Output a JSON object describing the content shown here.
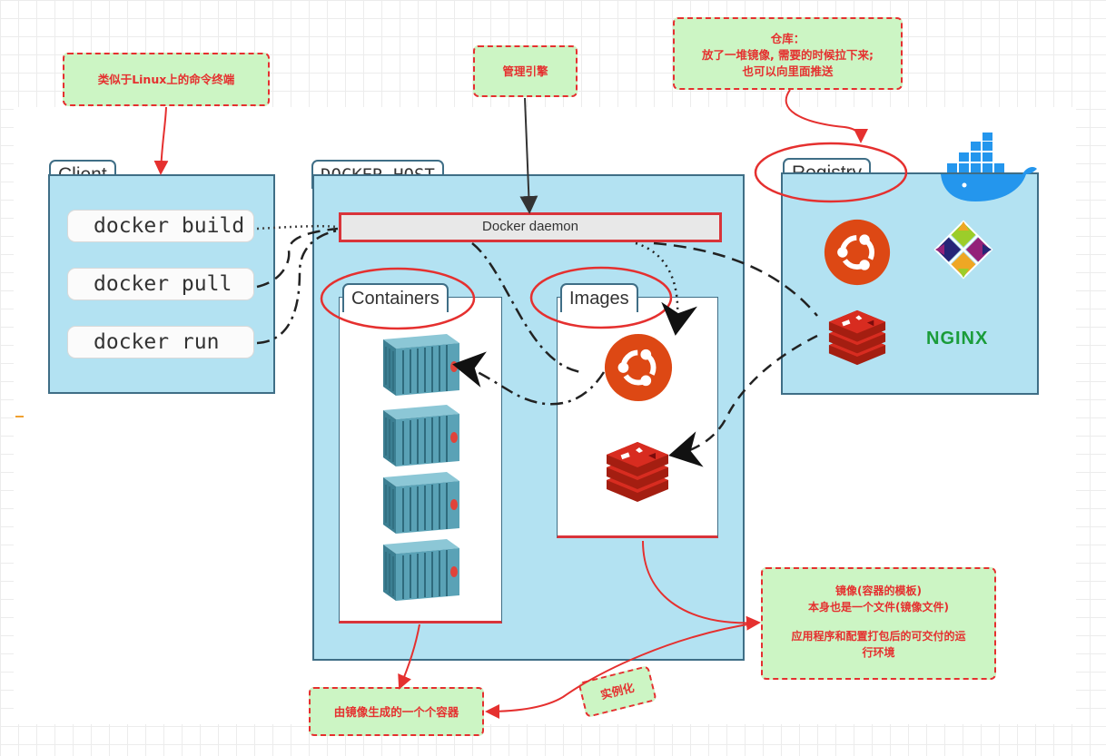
{
  "annotations": {
    "client_note": "类似于Linux上的命令终端",
    "engine_note": "管理引擎",
    "registry_note_title": "仓库：",
    "registry_note_line1": "放了一堆镜像, 需要的时候拉下来;",
    "registry_note_line2": "也可以向里面推送",
    "image_note_line1": "镜像(容器的模板)",
    "image_note_line2": "本身也是一个文件(镜像文件)",
    "image_note_line3": "应用程序和配置打包后的可交付的运",
    "image_note_line4": "行环境",
    "container_note": "由镜像生成的一个个容器",
    "instantiate_label": "实例化"
  },
  "client": {
    "title": "Client",
    "commands": [
      "docker build",
      "docker pull",
      "docker run"
    ]
  },
  "host": {
    "title": "DOCKER_HOST",
    "daemon": "Docker daemon",
    "containers_title": "Containers",
    "images_title": "Images"
  },
  "registry": {
    "title": "Registry",
    "nginx_logo": "NGINX"
  },
  "icons": {
    "docker": "docker-whale-icon",
    "ubuntu": "ubuntu-logo-icon",
    "centos": "centos-logo-icon",
    "redis": "redis-logo-icon",
    "container": "shipping-container-icon"
  },
  "colors": {
    "panel_fill": "#b3e2f2",
    "panel_border": "#3f6e86",
    "highlight_red": "#e5302f",
    "note_fill": "#ccf5c4",
    "ubuntu_orange": "#dd4814",
    "redis_red": "#d82c20",
    "container_teal": "#4a90a4"
  }
}
